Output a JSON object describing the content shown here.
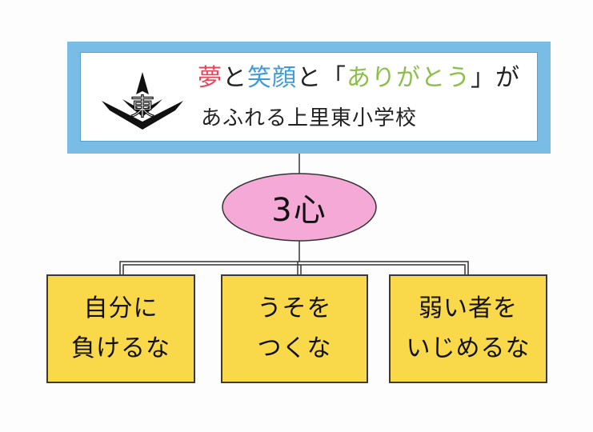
{
  "header": {
    "line1": [
      {
        "text": "夢",
        "color": "#e8455b"
      },
      {
        "text": "と",
        "color": "#222222"
      },
      {
        "text": "笑顔",
        "color": "#3e9ad9"
      },
      {
        "text": "と「",
        "color": "#222222"
      },
      {
        "text": "ありがとう",
        "color": "#8cbf4a"
      },
      {
        "text": "」が",
        "color": "#222222"
      }
    ],
    "line2": "あふれる上里東小学校",
    "emblem_glyph": "東",
    "frame_color": "#79bde6"
  },
  "center": {
    "label": "3心",
    "fill": "#f4a9d6"
  },
  "boxes": [
    {
      "line1": "自分に",
      "line2": "負けるな"
    },
    {
      "line1": "うそを",
      "line2": "つくな"
    },
    {
      "line1": "弱い者を",
      "line2": "いじめるな"
    }
  ],
  "box_color": "#f9d94a"
}
